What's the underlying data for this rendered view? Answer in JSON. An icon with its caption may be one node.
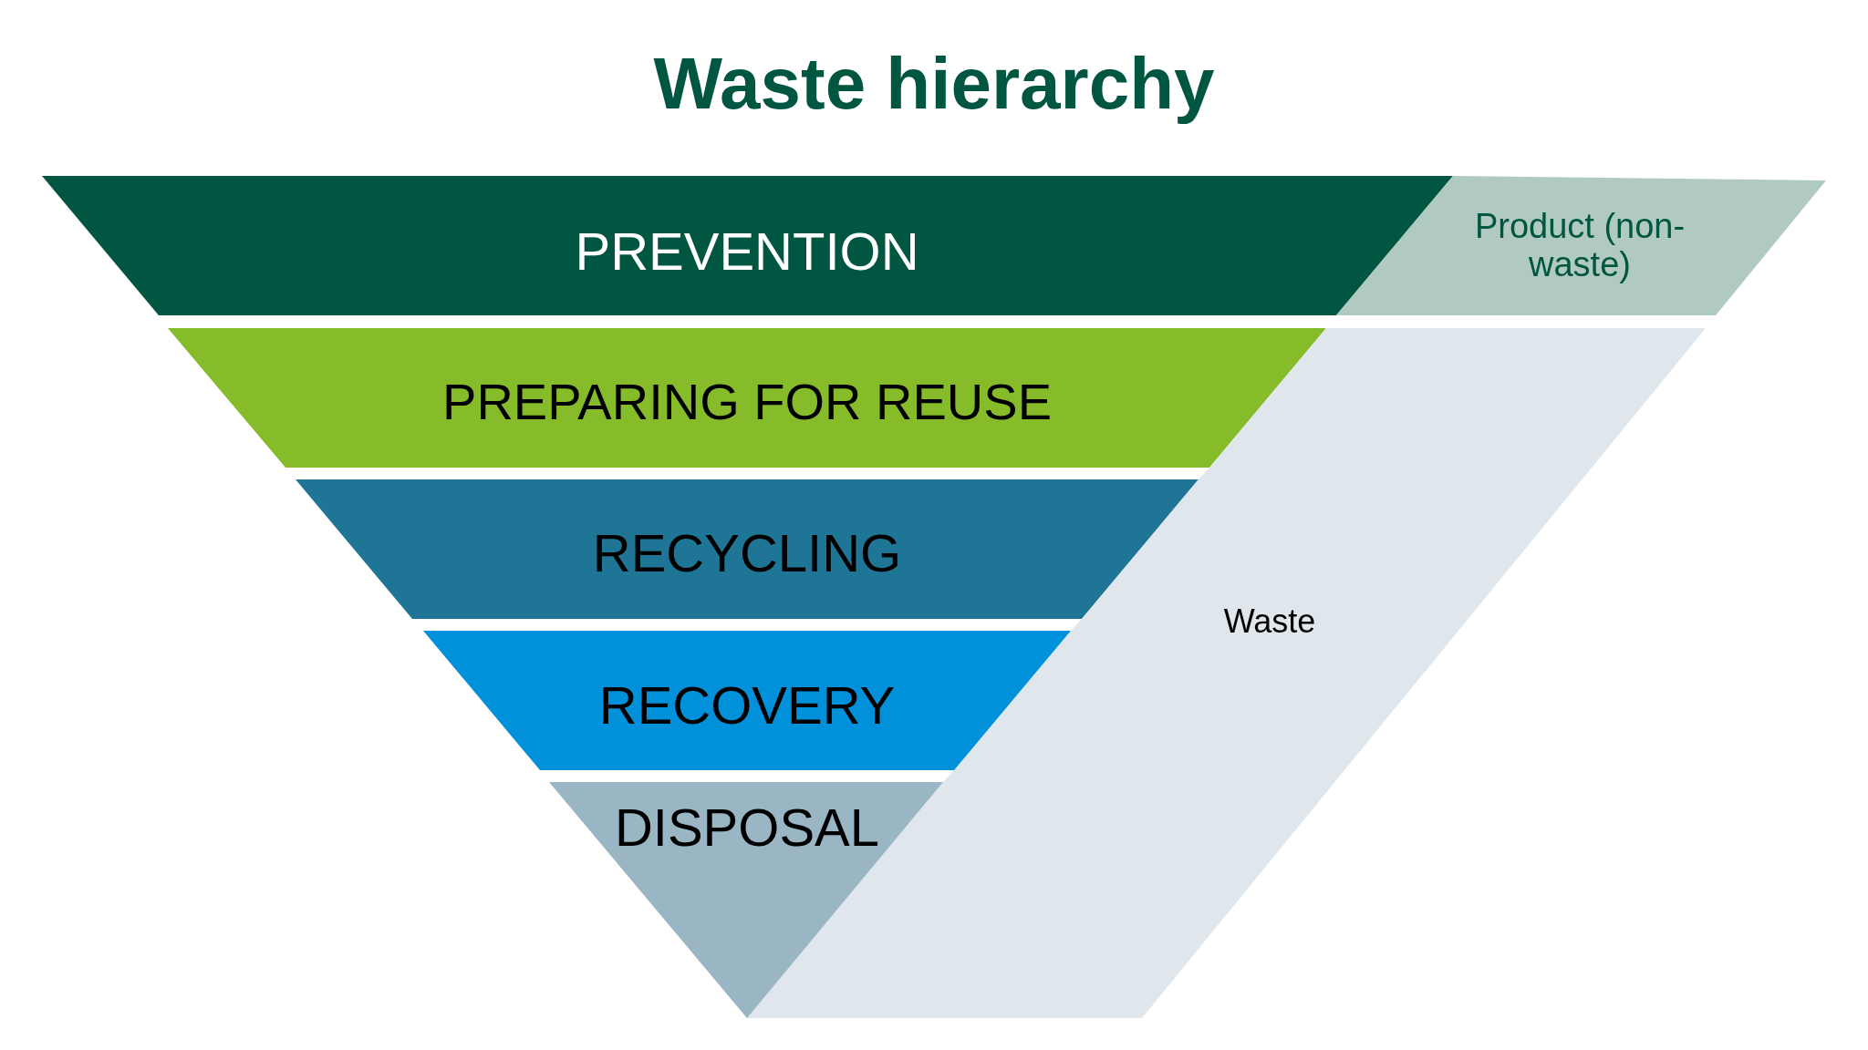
{
  "diagram": {
    "title": "Waste hierarchy",
    "nodes": [
      {
        "text": [
          "PREVENTION"
        ]
      },
      {
        "text": [
          "Product (non-waste)"
        ]
      },
      {
        "text": [
          "PREPARING FOR REUSE"
        ]
      },
      {
        "text": [
          "RECYCLING"
        ]
      },
      {
        "text": [
          "Waste"
        ]
      },
      {
        "text": [
          "RECOVERY"
        ]
      },
      {
        "text": [
          "DISPOSAL"
        ]
      }
    ],
    "edges": []
  }
}
